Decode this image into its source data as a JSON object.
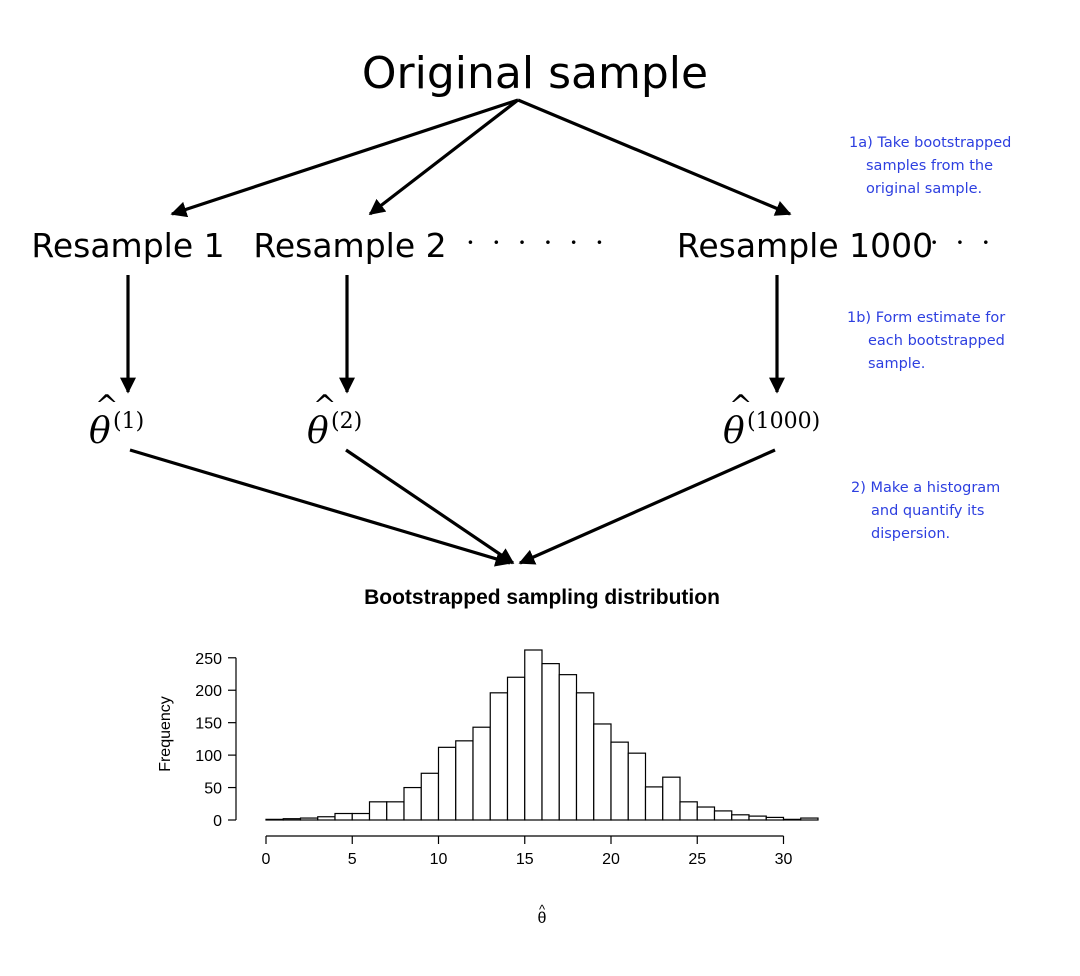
{
  "diagram": {
    "original": "Original sample",
    "resamples": [
      "Resample 1",
      "Resample 2",
      "Resample 1000"
    ],
    "ellipsis_mid": "· · · · · ·",
    "ellipsis_end": "· · ·",
    "theta_symbol": "θ",
    "theta_hat": "^",
    "estimates_sup": [
      "(1)",
      "(2)",
      "(1000)"
    ],
    "notes": {
      "n1a": [
        "1a) Take bootstrapped",
        "samples from the",
        "original sample."
      ],
      "n1b": [
        "1b) Form estimate for",
        "each bootstrapped",
        "sample."
      ],
      "n2": [
        "2) Make a histogram",
        "and quantify its",
        "dispersion."
      ]
    }
  },
  "chart_data": {
    "type": "bar",
    "title": "Bootstrapped sampling distribution",
    "xlabel": "θ",
    "xlabel_hat": "^",
    "ylabel": "Frequency",
    "bin_edges": [
      0,
      1,
      2,
      3,
      4,
      5,
      6,
      7,
      8,
      9,
      10,
      11,
      12,
      13,
      14,
      15,
      16,
      17,
      18,
      19,
      20,
      21,
      22,
      23,
      24,
      25,
      26,
      27,
      28,
      29,
      30,
      31,
      32
    ],
    "values": [
      1,
      2,
      3,
      5,
      10,
      10,
      28,
      28,
      50,
      72,
      112,
      122,
      143,
      196,
      220,
      262,
      241,
      224,
      196,
      148,
      120,
      103,
      51,
      66,
      28,
      20,
      14,
      8,
      6,
      4,
      1,
      3
    ],
    "xlim": [
      0,
      32
    ],
    "ylim": [
      0,
      262
    ],
    "x_ticks": [
      0,
      5,
      10,
      15,
      20,
      25,
      30
    ],
    "y_ticks": [
      0,
      50,
      100,
      150,
      200,
      250
    ],
    "colors": {
      "bar_fill": "#ffffff",
      "bar_stroke": "#000000",
      "note_color": "#2d3fe0"
    }
  }
}
